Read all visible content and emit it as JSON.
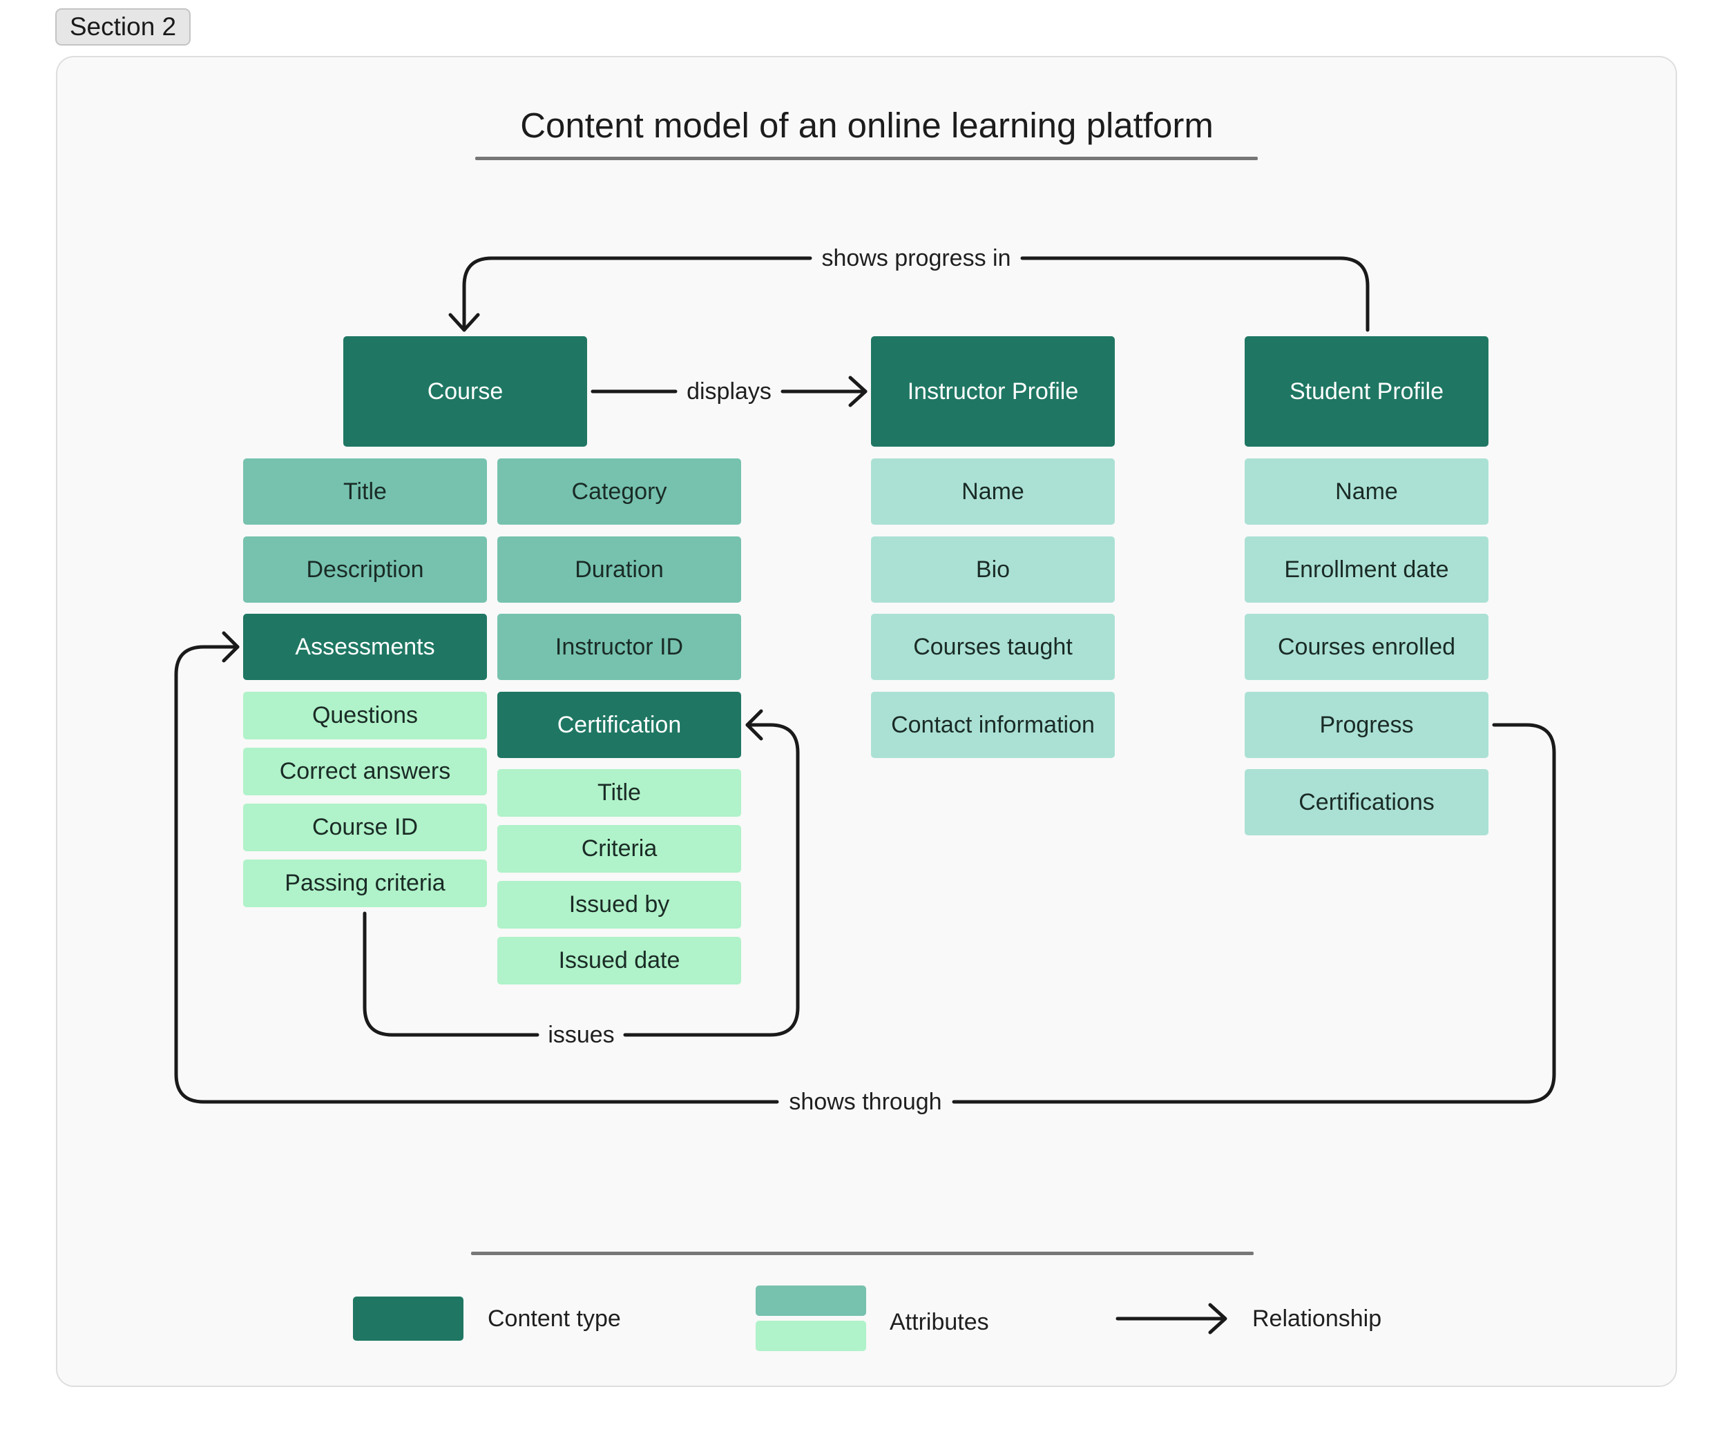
{
  "section_tab": "Section 2",
  "title": "Content model of an online learning platform",
  "colors": {
    "content_type": "#1f7763",
    "attribute_primary": "#76c2ae",
    "attribute_secondary": "#b0f2c9",
    "attribute_profile": "#abe1d4",
    "relationship": "#1a1a1a"
  },
  "course": {
    "label": "Course",
    "attributes": [
      "Title",
      "Category",
      "Description",
      "Duration",
      "Instructor ID"
    ],
    "assessments": {
      "label": "Assessments",
      "attributes": [
        "Questions",
        "Correct answers",
        "Course ID",
        "Passing criteria"
      ]
    },
    "certification": {
      "label": "Certification",
      "attributes": [
        "Title",
        "Criteria",
        "Issued by",
        "Issued date"
      ]
    }
  },
  "instructor_profile": {
    "label": "Instructor Profile",
    "attributes": [
      "Name",
      "Bio",
      "Courses taught",
      "Contact information"
    ]
  },
  "student_profile": {
    "label": "Student Profile",
    "attributes": [
      "Name",
      "Enrollment date",
      "Courses enrolled",
      "Progress",
      "Certifications"
    ]
  },
  "relationships": {
    "shows_progress_in": "shows progress in",
    "displays": "displays",
    "issues": "issues",
    "shows_through": "shows through"
  },
  "legend": {
    "content_type": "Content type",
    "attributes": "Attributes",
    "relationship": "Relationship"
  }
}
